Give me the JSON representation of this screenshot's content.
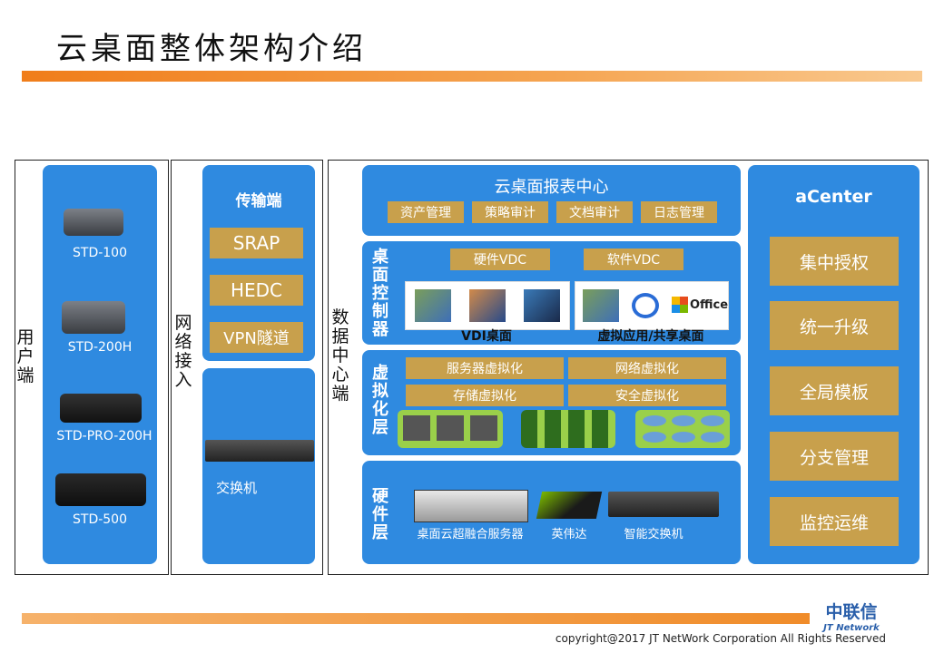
{
  "title": "云桌面整体架构介绍",
  "columns": {
    "user": {
      "label": "用户端",
      "devices": [
        "STD-100",
        "STD-200H",
        "STD-PRO-200H",
        "STD-500"
      ]
    },
    "network": {
      "label": "网络接入",
      "transport_title": "传输端",
      "transport_items": [
        "SRAP",
        "HEDC",
        "VPN隧道"
      ],
      "switch_label": "交换机"
    },
    "datacenter": {
      "label": "数据中心端",
      "report": {
        "title": "云桌面报表中心",
        "items": [
          "资产管理",
          "策略审计",
          "文档审计",
          "日志管理"
        ]
      },
      "controller": {
        "label": "桌面控制器",
        "items": [
          "硬件VDC",
          "软件VDC"
        ],
        "vdi_label": "VDI桌面",
        "app_label": "虚拟应用/共享桌面",
        "office_label": "Office"
      },
      "virtual": {
        "label": "虚拟化层",
        "items": [
          "服务器虚拟化",
          "网络虚拟化",
          "存储虚拟化",
          "安全虚拟化"
        ]
      },
      "hardware": {
        "label": "硬件层",
        "items": [
          "桌面云超融合服务器",
          "英伟达",
          "智能交换机"
        ]
      }
    },
    "acenter": {
      "title": "aCenter",
      "items": [
        "集中授权",
        "统一升级",
        "全局模板",
        "分支管理",
        "监控运维"
      ]
    }
  },
  "footer": {
    "copyright": "copyright@2017  JT NetWork Corporation All Rights Reserved",
    "logo_cn": "中联信",
    "logo_en": "JT Network"
  },
  "colors": {
    "accent": "#2f8ae0",
    "gold": "#c8a04c",
    "orange": "#f08c2a"
  }
}
